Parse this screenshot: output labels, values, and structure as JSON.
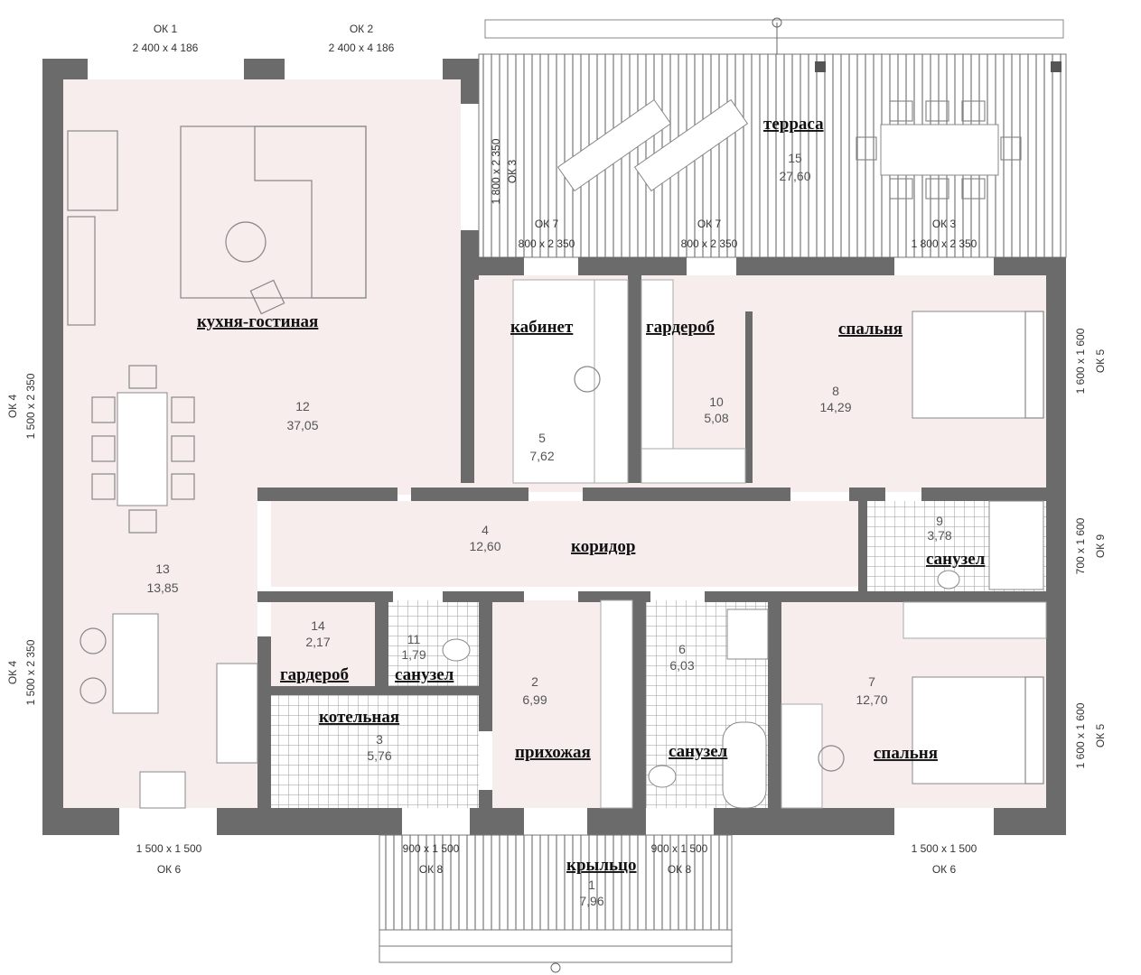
{
  "title": "Floor plan",
  "colors": {
    "room_fill": "#f7eded",
    "wall": "#6b6b6b",
    "line": "#888888"
  },
  "rooms": [
    {
      "id": "1",
      "label": "крыльцо",
      "number": "1",
      "area": "7,96"
    },
    {
      "id": "2",
      "label": "прихожая",
      "number": "2",
      "area": "6,99"
    },
    {
      "id": "3",
      "label": "котельная",
      "number": "3",
      "area": "5,76"
    },
    {
      "id": "4",
      "label": "коридор",
      "number": "4",
      "area": "12,60"
    },
    {
      "id": "5",
      "label": "кабинет",
      "number": "5",
      "area": "7,62"
    },
    {
      "id": "6",
      "label": "санузел",
      "number": "6",
      "area": "6,03"
    },
    {
      "id": "7",
      "label": "спальня",
      "number": "7",
      "area": "12,70"
    },
    {
      "id": "8",
      "label": "спальня",
      "number": "8",
      "area": "14,29"
    },
    {
      "id": "9",
      "label": "санузел",
      "number": "9",
      "area": "3,78"
    },
    {
      "id": "10",
      "label": "гардероб",
      "number": "10",
      "area": "5,08"
    },
    {
      "id": "11",
      "label": "санузел",
      "number": "11",
      "area": "1,79"
    },
    {
      "id": "12",
      "label": "кухня-гостиная",
      "number": "12",
      "area": "37,05"
    },
    {
      "id": "13",
      "label": "",
      "number": "13",
      "area": "13,85"
    },
    {
      "id": "14",
      "label": "гардероб",
      "number": "14",
      "area": "2,17"
    },
    {
      "id": "15",
      "label": "терраса",
      "number": "15",
      "area": "27,60"
    }
  ],
  "windows": [
    {
      "name": "ОК 1",
      "size": "2 400 x 4 186"
    },
    {
      "name": "ОК 2",
      "size": "2 400 x 4 186"
    },
    {
      "name": "ОК 3",
      "size": "1 800 x 2 350"
    },
    {
      "name": "ОК 7",
      "size": "800 x 2 350"
    },
    {
      "name": "ОК 7",
      "size": "800 x 2 350"
    },
    {
      "name": "ОК 3",
      "size": "1 800 x 2 350"
    },
    {
      "name": "ОК 4",
      "size": "1 500 x 2 350"
    },
    {
      "name": "ОК 4",
      "size": "1 500 x 2 350"
    },
    {
      "name": "ОК 5",
      "size": "1 600 x 1 600"
    },
    {
      "name": "ОК 9",
      "size": "700 x 1 600"
    },
    {
      "name": "ОК 5",
      "size": "1 600 x 1 600"
    },
    {
      "name": "ОК 6",
      "size": "1 500 x 1 500"
    },
    {
      "name": "ОК 8",
      "size": "900 x 1 500"
    },
    {
      "name": "ОК 8",
      "size": "900 x 1 500"
    },
    {
      "name": "ОК 6",
      "size": "1 500 x 1 500"
    }
  ]
}
